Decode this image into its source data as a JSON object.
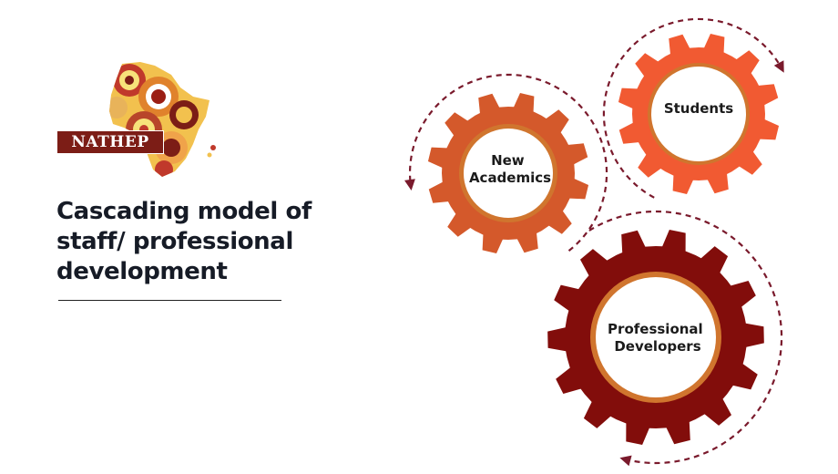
{
  "logo": {
    "text": "NATHEP"
  },
  "title": {
    "line1": "Cascading model of",
    "line2": "staff/ professional",
    "line3": "development"
  },
  "gears": {
    "new_academics": {
      "line1": "New",
      "line2": "Academics",
      "color": "#d4592b"
    },
    "students": {
      "line1": "Students",
      "color": "#f15a32"
    },
    "professional_developers": {
      "line1": "Professional",
      "line2": "Developers",
      "color": "#820d0b"
    }
  },
  "colors": {
    "arrow": "#7a1a2c",
    "inner_ring": "#d0752e",
    "title_text": "#161b26"
  }
}
